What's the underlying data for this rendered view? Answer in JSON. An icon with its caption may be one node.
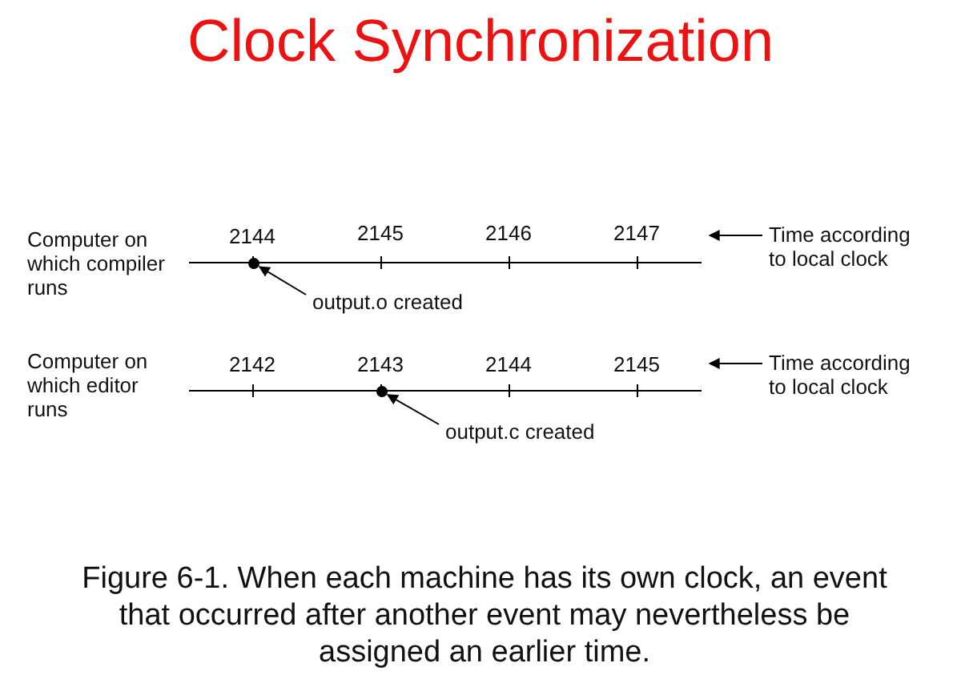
{
  "diagram": {
    "title": "Clock Synchronization",
    "caption": "Figure 6-1. When each machine has its own clock, an event that occurred after another event may nevertheless be assigned an earlier time.",
    "nodes": [
      {
        "text": [
          "Time according to local clock"
        ]
      },
      {
        "text": [],
        "shape": "circle"
      },
      {
        "text": [
          "output.o created"
        ]
      },
      {
        "text": [
          "Time according to local clock"
        ]
      },
      {
        "text": [],
        "shape": "circle"
      },
      {
        "text": [
          "output.c created"
        ]
      }
    ],
    "edges": [
      {
        "from": 0,
        "to": null,
        "arrow": "to"
      },
      {
        "from": 2,
        "to": 1,
        "arrow": "to"
      },
      {
        "from": 3,
        "to": null,
        "arrow": "to"
      },
      {
        "from": 5,
        "to": 4,
        "arrow": "to"
      }
    ],
    "labels": [
      "Computer on which compiler runs",
      "2144",
      "2145",
      "2146",
      "2147",
      "Computer on which editor runs",
      "2142",
      "2143",
      "2144",
      "2145"
    ]
  }
}
